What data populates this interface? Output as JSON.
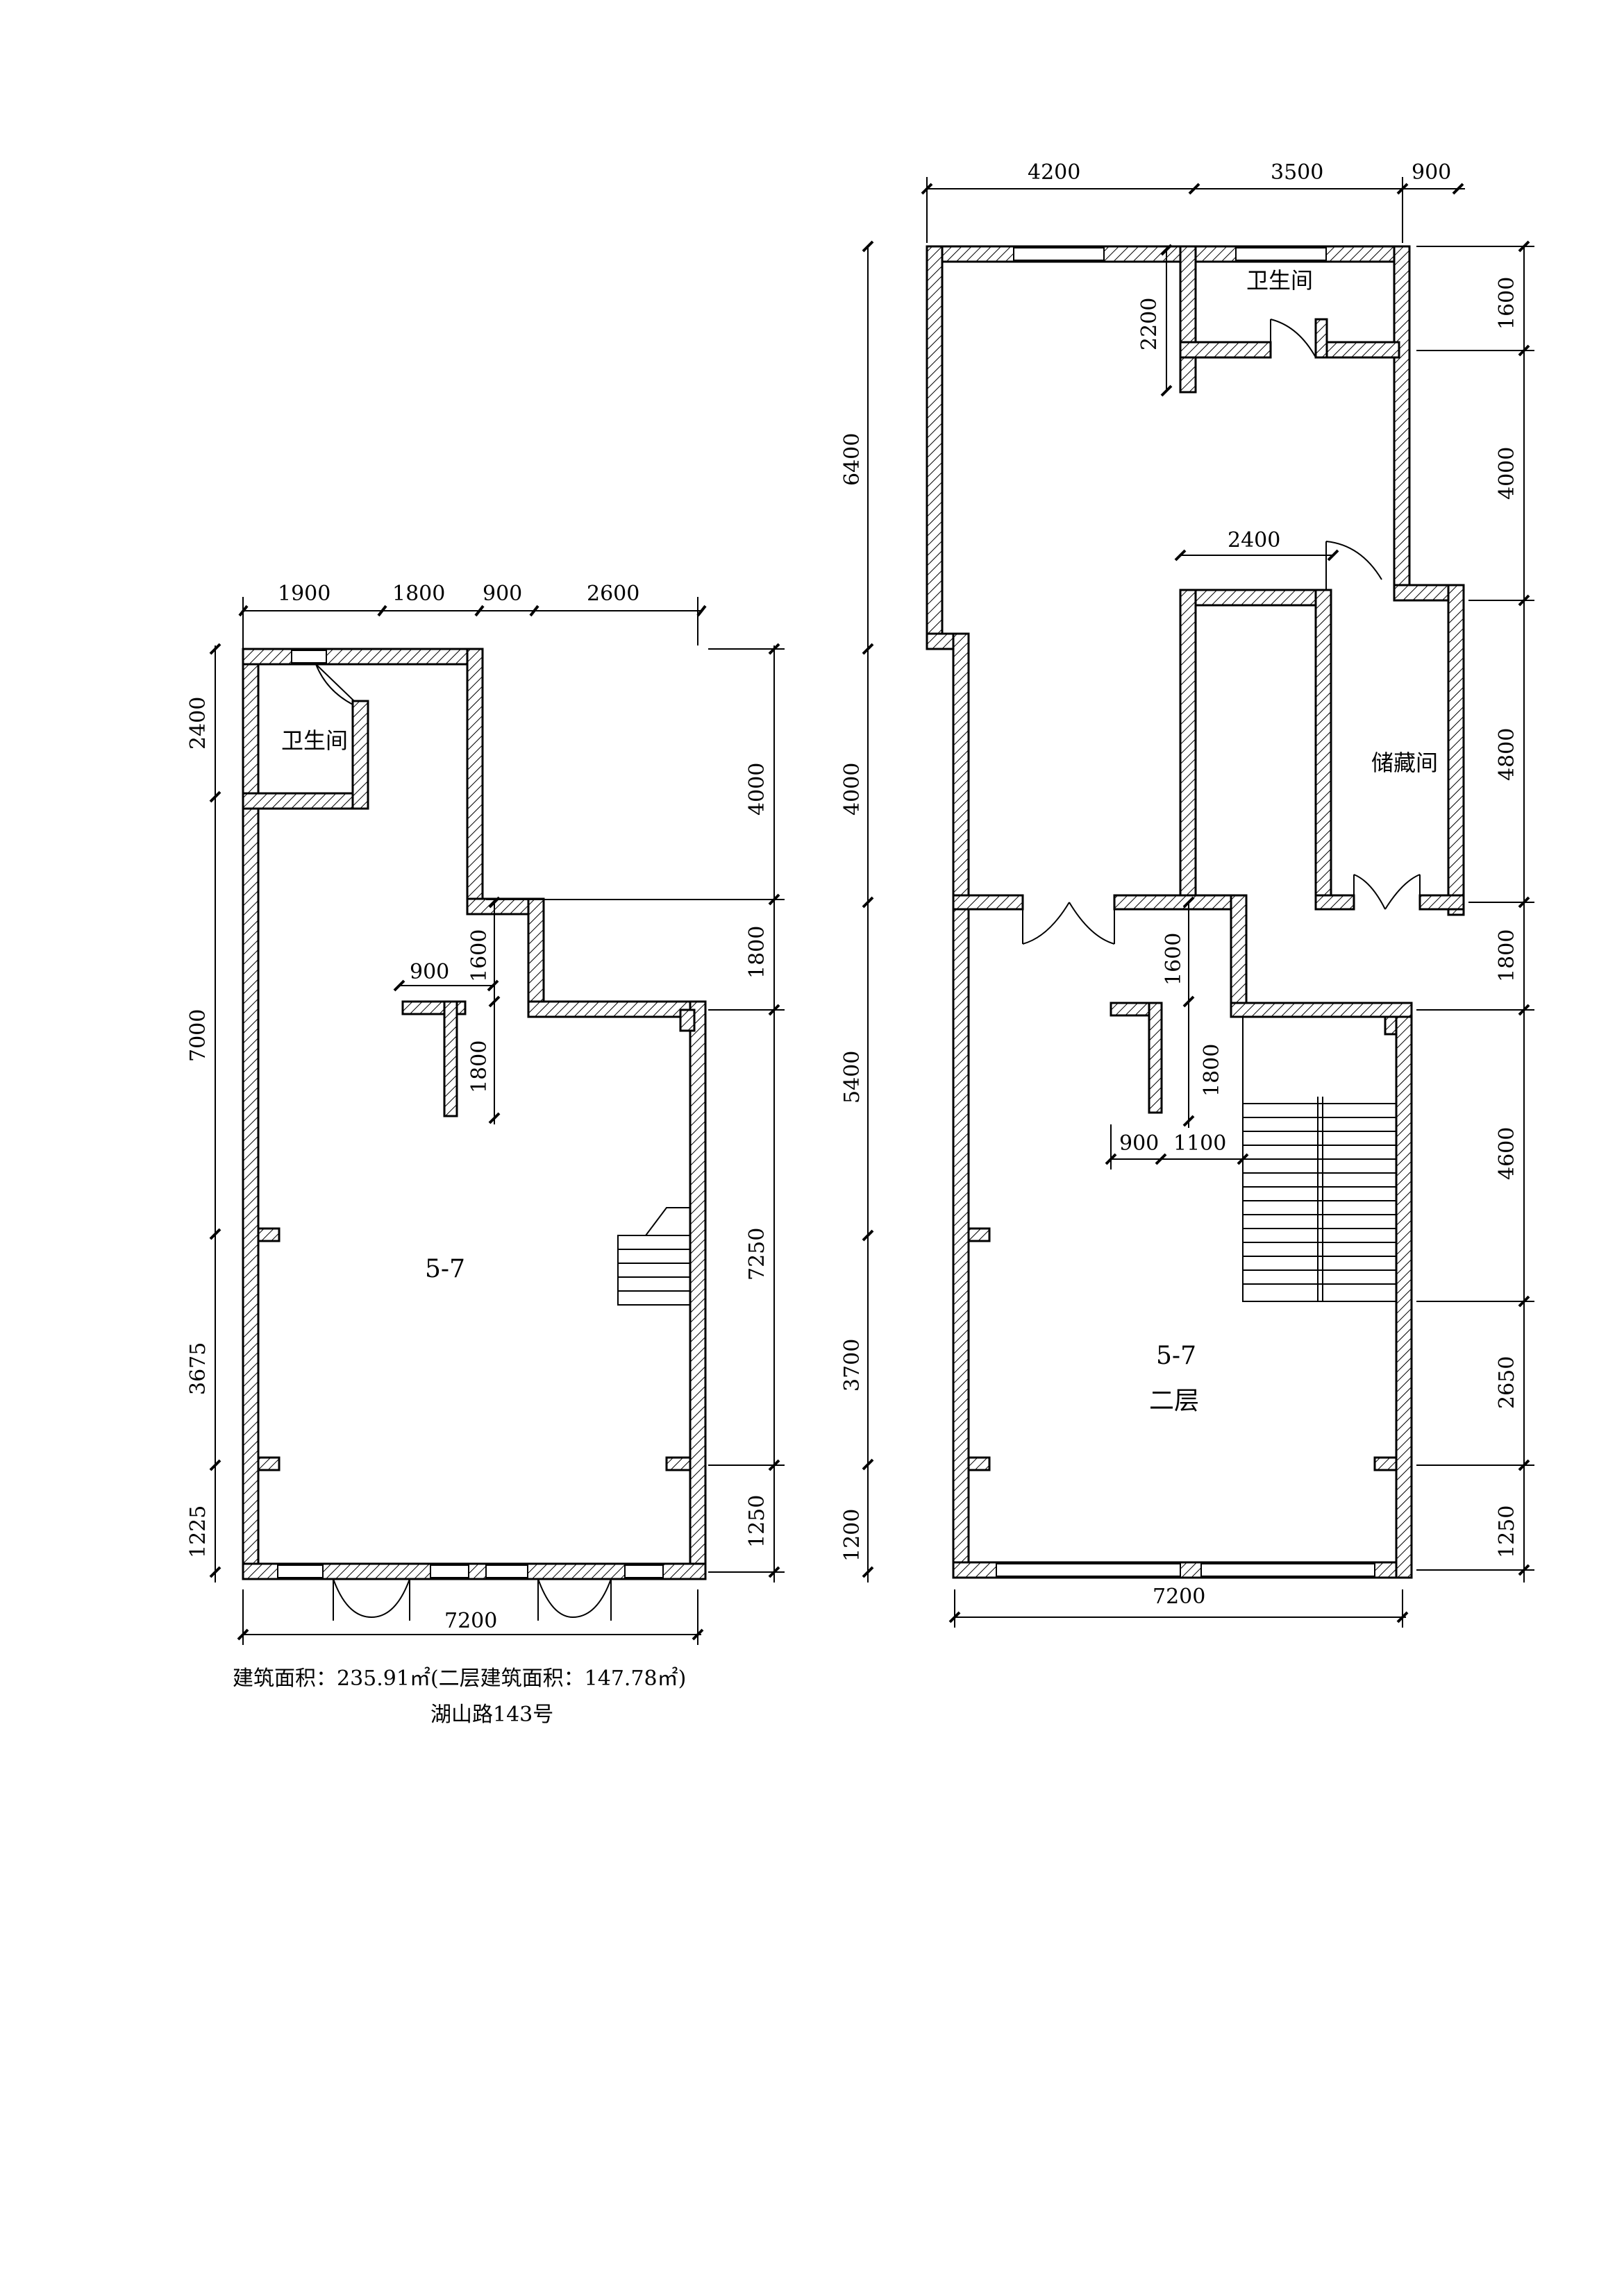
{
  "ground_floor": {
    "top_dims": [
      "1900",
      "1800",
      "900",
      "2600"
    ],
    "left_dims": [
      "2400",
      "7000",
      "3675",
      "1225"
    ],
    "right_dims": [
      "4000",
      "1800",
      "7250",
      "1250"
    ],
    "bottom_dim": "7200",
    "inner_dims": [
      "900",
      "1600",
      "1800"
    ],
    "rooms": {
      "bathroom": "卫生间",
      "unit": "5-7"
    }
  },
  "second_floor": {
    "top_dims": [
      "4200",
      "3500",
      "900"
    ],
    "left_dims": [
      "6400",
      "4000",
      "5400",
      "3700",
      "1200"
    ],
    "right_dims": [
      "1600",
      "4000",
      "4800",
      "1800",
      "4600",
      "2650",
      "1250"
    ],
    "bottom_dim": "7200",
    "inner_dims": [
      "2200",
      "2400",
      "1600",
      "1800",
      "900",
      "1100"
    ],
    "rooms": {
      "bathroom": "卫生间",
      "storage": "储藏间",
      "unit": "5-7",
      "floor": "二层"
    }
  },
  "caption": {
    "area_line": "建筑面积：235.91㎡(二层建筑面积：147.78㎡)",
    "address": "湖山路143号"
  }
}
